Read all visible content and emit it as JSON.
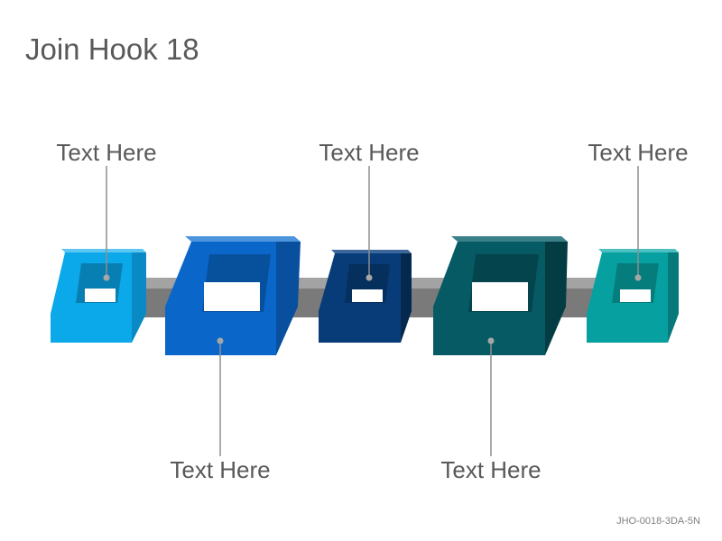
{
  "title": "Join Hook 18",
  "code": "JHO-0018-3DA-5N",
  "labels": {
    "top_1": "Text Here",
    "top_2": "Text Here",
    "top_3": "Text Here",
    "bottom_1": "Text Here",
    "bottom_2": "Text Here"
  },
  "colors": {
    "link_1": "#0ba8ea",
    "link_2": "#0a67c9",
    "link_3": "#073c78",
    "link_4": "#065a64",
    "link_5": "#07a0a0",
    "connector": "#8a8a8a",
    "leader_line": "#8f8f8f",
    "text": "#595959"
  }
}
